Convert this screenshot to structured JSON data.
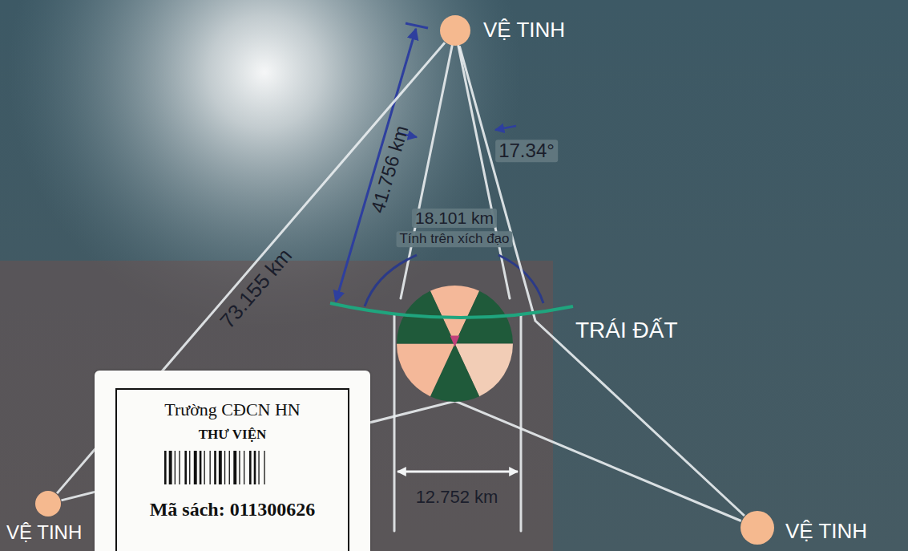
{
  "diagram": {
    "nodes": [
      {
        "text": [
          "VỆ TINH"
        ]
      },
      {
        "text": [
          "TRÁI ĐẤT"
        ]
      },
      {
        "text": [
          "Trường CĐCN HN",
          "THƯ VIỆN",
          "Mã sách: 011300626"
        ]
      },
      {
        "text": [
          "VỆ TINH"
        ]
      },
      {
        "text": [
          "VỆ TINH"
        ]
      }
    ],
    "edges": [
      {
        "from": 0,
        "to": 3,
        "arrow": "none",
        "label": "73.155 km"
      },
      {
        "from": 0,
        "to": 4,
        "arrow": "none"
      },
      {
        "from": 4,
        "to": 3,
        "arrow": "none"
      }
    ],
    "labels": [
      "41.756 km",
      "17.34°",
      "18.101 km",
      "Tính trên xích đạo",
      "12.752 km"
    ]
  }
}
